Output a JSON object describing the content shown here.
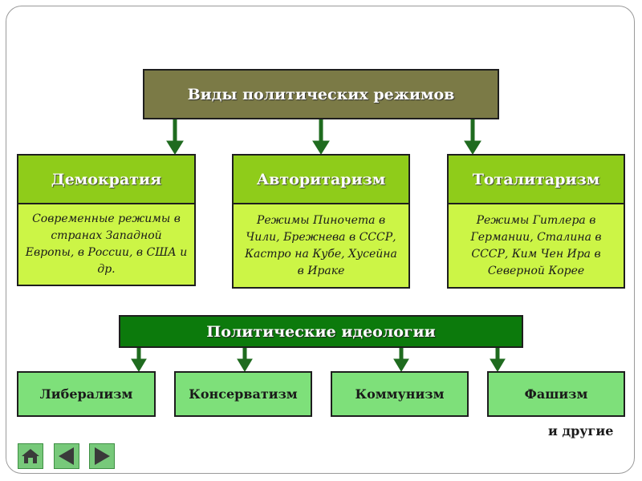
{
  "title": "Виды политических режимов",
  "regimes": [
    {
      "name": "Демократия",
      "description": "Современные режимы в странах Западной Европы, в России, в США и др."
    },
    {
      "name": "Авторитаризм",
      "description": "Режимы Пиночета в Чили, Брежнева в СССР, Кастро на Кубе, Хусейна в Ираке"
    },
    {
      "name": "Тоталитаризм",
      "description": "Режимы Гитлера в Германии, Сталина в СССР, Ким Чен Ира в Северной Корее"
    }
  ],
  "ideologies_title": "Политические идеологии",
  "ideologies": [
    "Либерализм",
    "Консерватизм",
    "Коммунизм",
    "Фашизм"
  ],
  "others_note": "и другие",
  "colors": {
    "title_fill": "#7b7a46",
    "regime_header_fill": "#8fcc1a",
    "regime_body_fill": "#ccf546",
    "ideology_title_fill": "#0c7a0c",
    "ideology_fill": "#7ee07a",
    "arrow": "#1f6b1f"
  },
  "nav": [
    {
      "icon": "home-icon"
    },
    {
      "icon": "arrow-left-icon"
    },
    {
      "icon": "arrow-right-icon"
    }
  ]
}
